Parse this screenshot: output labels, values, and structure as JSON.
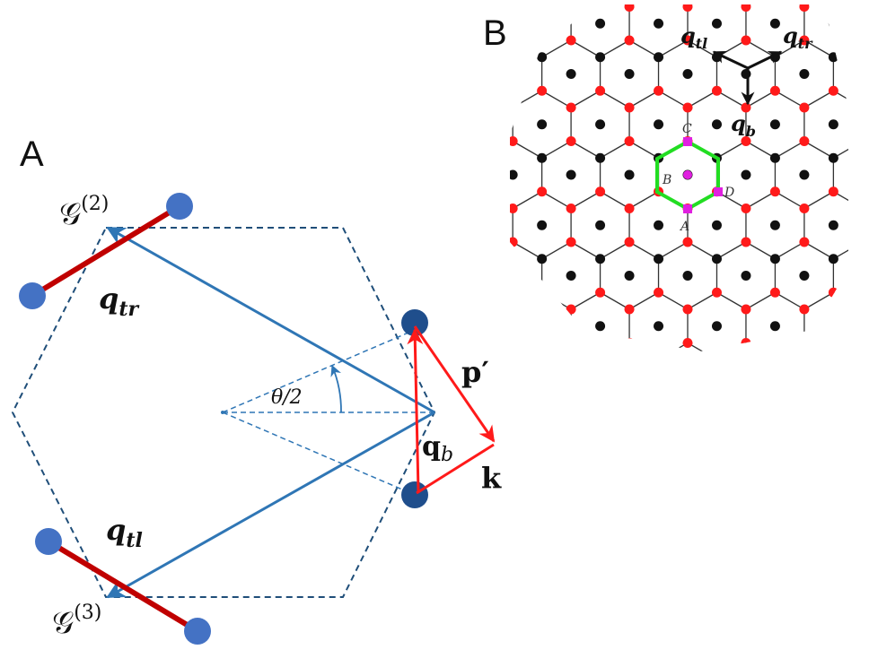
{
  "panel_a": {
    "letter": "A",
    "g2_main": "𝒢",
    "g2_sup": "(2)",
    "g3_main": "𝒢",
    "g3_sup": "(3)",
    "q_tr_main": "q",
    "q_tr_sub": "tr",
    "q_tl_main": "q",
    "q_tl_sub": "tl",
    "q_b_main": "q",
    "q_b_sub": "b",
    "p_prime": "p′",
    "k": "k",
    "theta": "θ/2"
  },
  "panel_b": {
    "letter": "B",
    "q_tl_main": "q",
    "q_tl_sub": "tl",
    "q_tr_main": "q",
    "q_tr_sub": "tr",
    "q_b_main": "q",
    "q_b_sub": "b",
    "site_a": "A",
    "site_b": "B",
    "site_c": "C",
    "site_d": "D"
  },
  "colors": {
    "blue_vector": "#2f76b5",
    "dashed": "#1f4e79",
    "red": "#ff1a1a",
    "dark_red": "#c00000",
    "dot_blue": "#4472c4",
    "dot_navy": "#1f4e8c",
    "green": "#22dd22",
    "magenta": "#e020e0"
  }
}
